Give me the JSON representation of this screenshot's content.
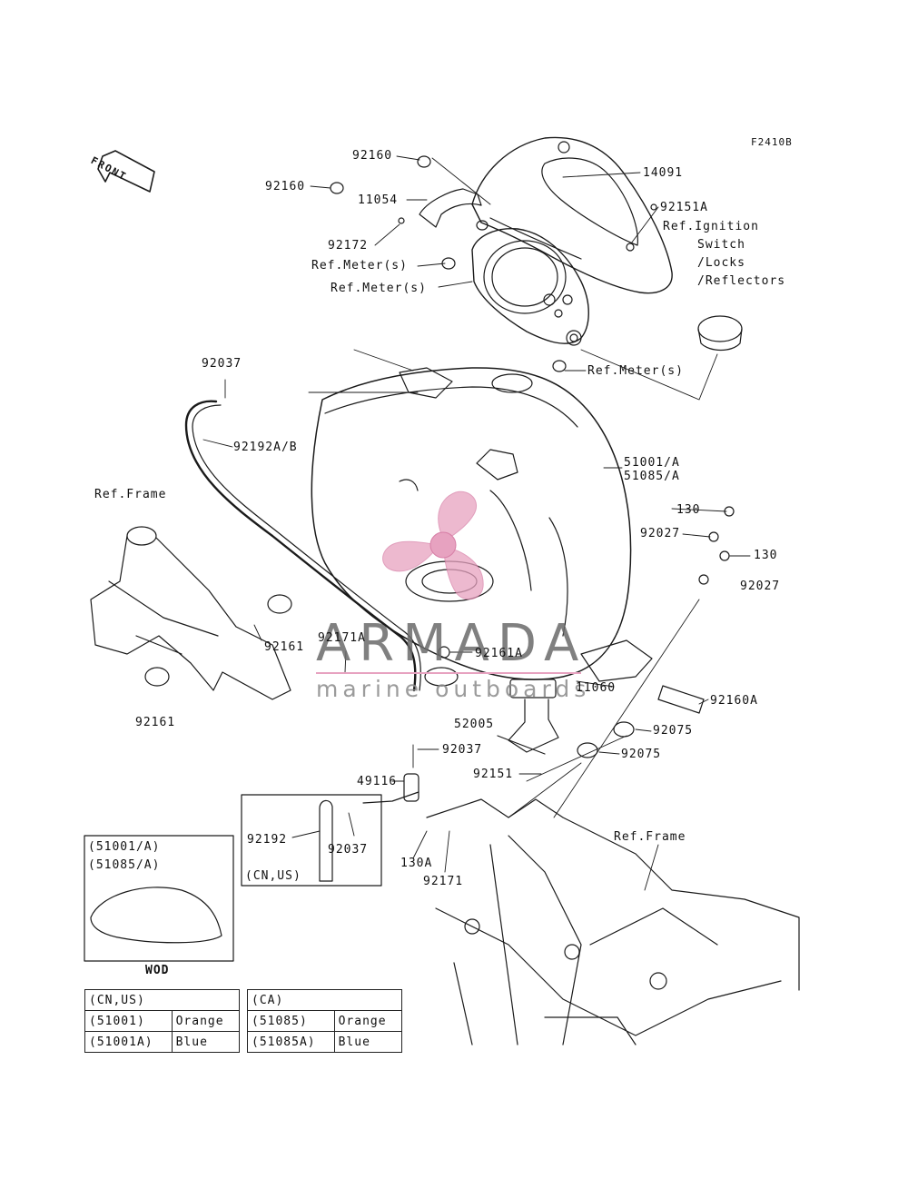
{
  "figure_code": "F2410B",
  "front_label": "FRONT",
  "watermark": {
    "title": "ARMADA",
    "subtitle": "marine outboards",
    "logo_color": "#e7a2c0",
    "text_color": "#6b6b6b"
  },
  "labels": {
    "l_92160_top": "92160",
    "l_92160_left": "92160",
    "l_11054": "11054",
    "l_14091": "14091",
    "l_92151A": "92151A",
    "l_ref_ign_1": "Ref.Ignition",
    "l_ref_ign_2": "Switch",
    "l_ref_ign_3": "/Locks",
    "l_ref_ign_4": "/Reflectors",
    "l_92172": "92172",
    "l_ref_meter_1": "Ref.Meter(s)",
    "l_ref_meter_2": "Ref.Meter(s)",
    "l_ref_meter_3": "Ref.Meter(s)",
    "l_92037_a": "92037",
    "l_92192AB": "92192A/B",
    "l_51001A": "51001/A",
    "l_51085A": "51085/A",
    "l_ref_frame_left": "Ref.Frame",
    "l_130_a": "130",
    "l_92027_a": "92027",
    "l_130_b": "130",
    "l_92027_b": "92027",
    "l_92161_a": "92161",
    "l_92161_b": "92161",
    "l_92171A": "92171A",
    "l_92161A": "92161A",
    "l_11060": "11060",
    "l_92160A": "92160A",
    "l_52005": "52005",
    "l_92075_a": "92075",
    "l_92075_b": "92075",
    "l_92037_b": "92037",
    "l_92151": "92151",
    "l_49116": "49116",
    "l_92192": "92192",
    "l_92037_c": "92037",
    "l_130A": "130A",
    "l_92171": "92171",
    "l_ref_frame_right": "Ref.Frame"
  },
  "canister_inset": {
    "region": "(CN,US)"
  },
  "wod_inset": {
    "line1": "(51001/A)",
    "line2": "(51085/A)",
    "caption": "WOD"
  },
  "color_tables": [
    {
      "region": "(CN,US)",
      "rows": [
        {
          "part": "(51001)",
          "color": "Orange"
        },
        {
          "part": "(51001A)",
          "color": "Blue"
        }
      ]
    },
    {
      "region": "(CA)",
      "rows": [
        {
          "part": "(51085)",
          "color": "Orange"
        },
        {
          "part": "(51085A)",
          "color": "Blue"
        }
      ]
    }
  ]
}
